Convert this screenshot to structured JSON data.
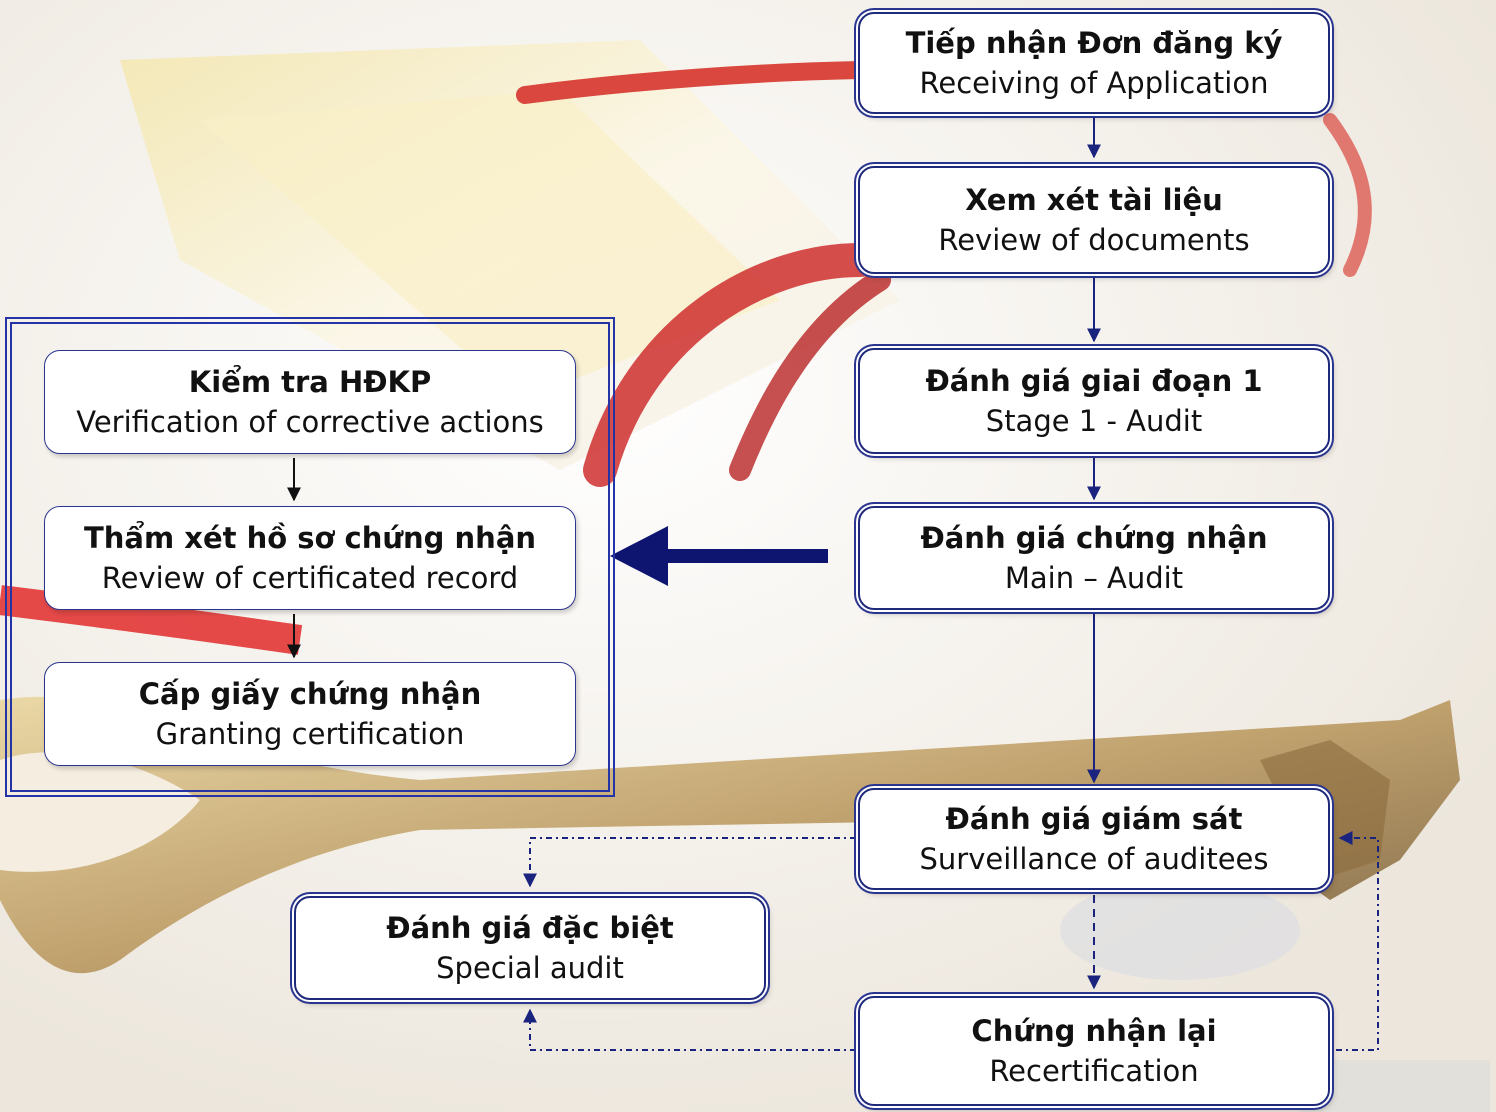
{
  "nodes": {
    "receiving": {
      "vi": "Tiếp nhận Đơn đăng ký",
      "en": "Receiving of Application"
    },
    "review_docs": {
      "vi": "Xem xét tài liệu",
      "en": "Review of documents"
    },
    "stage1": {
      "vi": "Đánh giá giai đoạn 1",
      "en": "Stage 1 - Audit"
    },
    "main_audit": {
      "vi": "Đánh giá chứng nhận",
      "en": "Main – Audit"
    },
    "surveillance": {
      "vi": "Đánh giá giám sát",
      "en": "Surveillance of auditees"
    },
    "recert": {
      "vi": "Chứng nhận lại",
      "en": "Recertification"
    },
    "special": {
      "vi": "Đánh giá đặc biệt",
      "en": "Special audit"
    },
    "verification": {
      "vi": "Kiểm tra HĐKP",
      "en": "Verification of corrective actions"
    },
    "record_review": {
      "vi": "Thẩm xét hồ sơ chứng nhận",
      "en": "Review of certificated record"
    },
    "granting": {
      "vi": "Cấp giấy chứng nhận",
      "en": "Granting certification"
    }
  },
  "colors": {
    "border": "#1f2a7a",
    "arrow": "#1a237e",
    "frame": "#2433a5"
  }
}
